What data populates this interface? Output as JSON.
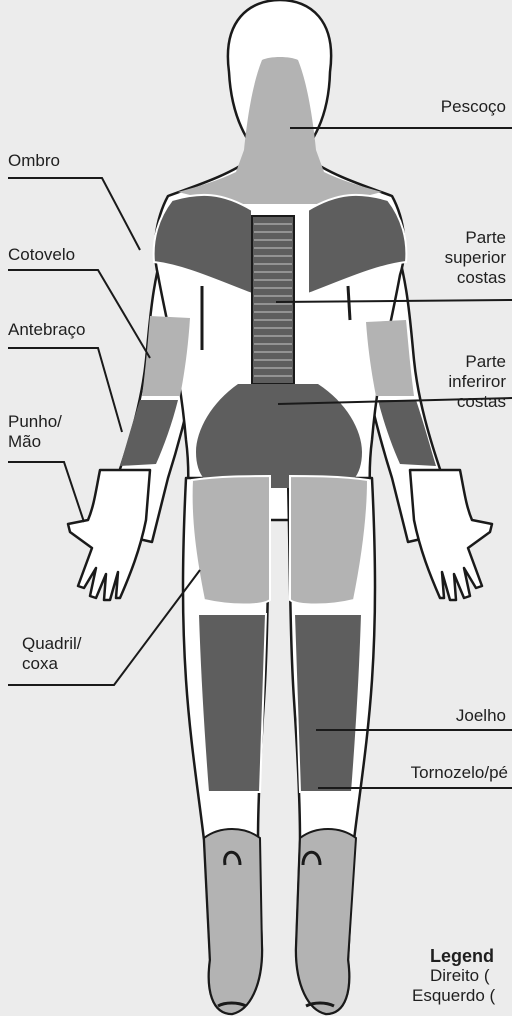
{
  "labels": {
    "pescoco": "Pescoço",
    "ombro": "Ombro",
    "parte_superior": [
      "Parte",
      "superior",
      "costas"
    ],
    "cotovelo": "Cotovelo",
    "antebraco": "Antebraço",
    "parte_inferior": [
      "Parte",
      "inferiror",
      "costas"
    ],
    "punho_mao": [
      "Punho/",
      "Mão"
    ],
    "quadril_coxa": [
      "Quadril/",
      "coxa"
    ],
    "joelho": "Joelho",
    "tornozelo_pe": "Tornozelo/pé"
  },
  "legend": {
    "title": "Legend",
    "items": [
      "Direito (",
      "Esquerdo ("
    ]
  },
  "colors": {
    "background": "#ececec",
    "light_zone": "#b3b3b3",
    "dark_zone": "#5e5e5e",
    "body_fill": "#ffffff",
    "outline": "#1a1a1a",
    "leader_line": "#1a1a1a"
  }
}
